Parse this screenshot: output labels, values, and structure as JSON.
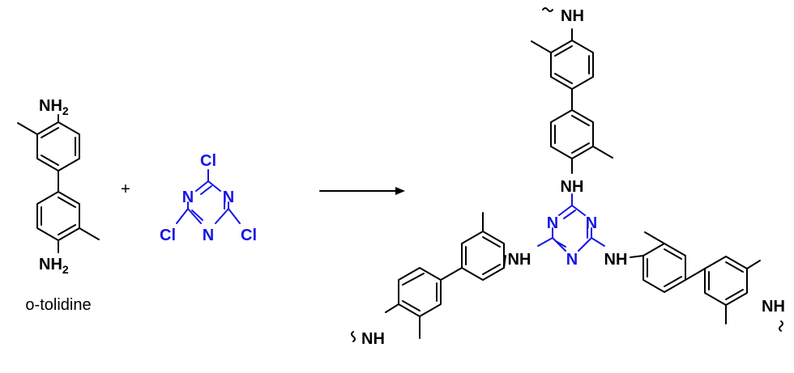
{
  "reactant_1": {
    "top_group": "NH",
    "top_sub": "2",
    "bottom_group": "NH",
    "bottom_sub": "2",
    "name": "o-tolidine"
  },
  "reactant_2": {
    "ring_n": "N",
    "substituent": "Cl"
  },
  "operator": "+",
  "product": {
    "linker": "NH",
    "arm_end": "NH",
    "ring_n": "N"
  },
  "colors": {
    "molecule": "#000000",
    "triazine": "#1515e6"
  }
}
